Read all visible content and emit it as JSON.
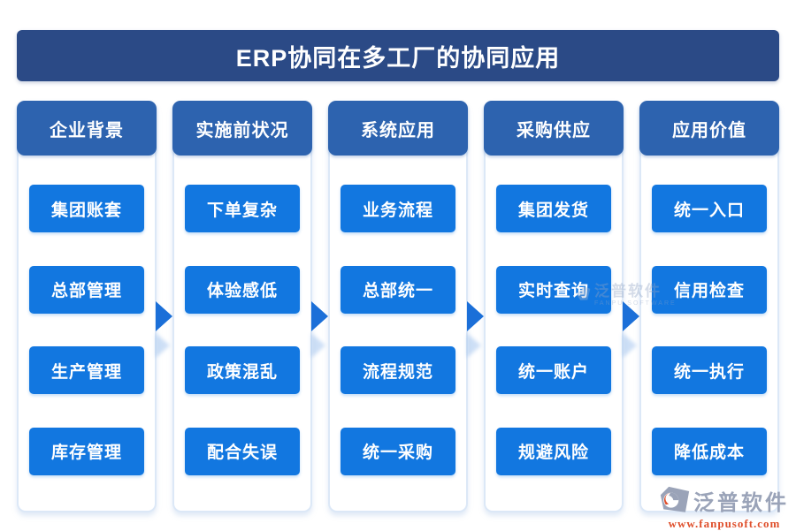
{
  "title": "ERP协同在多工厂的协同应用",
  "columns": [
    {
      "header": "企业背景",
      "items": [
        "集团账套",
        "总部管理",
        "生产管理",
        "库存管理"
      ]
    },
    {
      "header": "实施前状况",
      "items": [
        "下单复杂",
        "体验感低",
        "政策混乱",
        "配合失误"
      ]
    },
    {
      "header": "系统应用",
      "items": [
        "业务流程",
        "总部统一",
        "流程规范",
        "统一采购"
      ]
    },
    {
      "header": "采购供应",
      "items": [
        "集团发货",
        "实时查询",
        "统一账户",
        "规避风险"
      ]
    },
    {
      "header": "应用价值",
      "items": [
        "统一入口",
        "信用检查",
        "统一执行",
        "降低成本"
      ]
    }
  ],
  "watermark": {
    "name": "泛普软件",
    "subtitle": "FANPU SOFTWARE"
  },
  "brand": {
    "name": "泛普软件",
    "url": "www.fanpusoft.com"
  },
  "colors": {
    "title_bg": "#2b4a86",
    "header_bg": "#2d63af",
    "item_bg": "#1277e0",
    "arrow": "#1b6fd8",
    "panel_border": "#dce8f7",
    "brand_text": "#9aa3b8",
    "brand_url": "#df4f2b"
  }
}
